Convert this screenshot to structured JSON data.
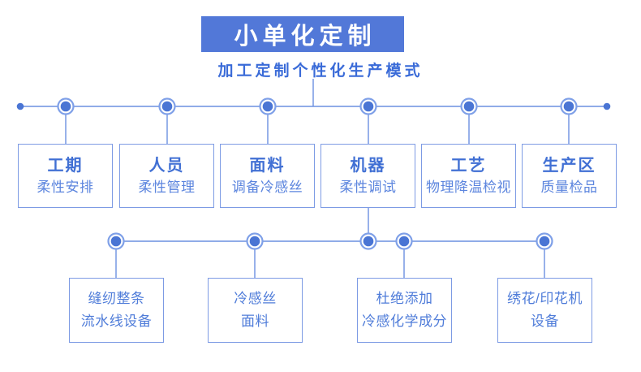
{
  "header": {
    "title": "小单化定制",
    "subtitle": "加工定制个性化生产模式"
  },
  "level1": [
    {
      "title": "工期",
      "subtitle": "柔性安排"
    },
    {
      "title": "人员",
      "subtitle": "柔性管理"
    },
    {
      "title": "面料",
      "subtitle": "调备冷感丝"
    },
    {
      "title": "机器",
      "subtitle": "柔性调试"
    },
    {
      "title": "工艺",
      "subtitle": "物理降温检视"
    },
    {
      "title": "生产区",
      "subtitle": "质量检品"
    }
  ],
  "level2": [
    {
      "line1": "缝纫整条",
      "line2": "流水线设备"
    },
    {
      "line1": "冷感丝",
      "line2": "面料"
    },
    {
      "line1": "杜绝添加",
      "line2": "冷感化学成分"
    },
    {
      "line1": "绣花/印花机",
      "line2": "设备"
    }
  ],
  "colors": {
    "header_bg": "#5278d8",
    "header_text": "#ffffff",
    "subtitle_text": "#3a6bd8",
    "connector_line": "#6b90e0",
    "node_fill": "#4a75d4",
    "node_ring": "#7fa0e8",
    "box_border": "#7d9be4",
    "box_title_text": "#4170d4",
    "box_subtitle_text": "#5c85de"
  }
}
